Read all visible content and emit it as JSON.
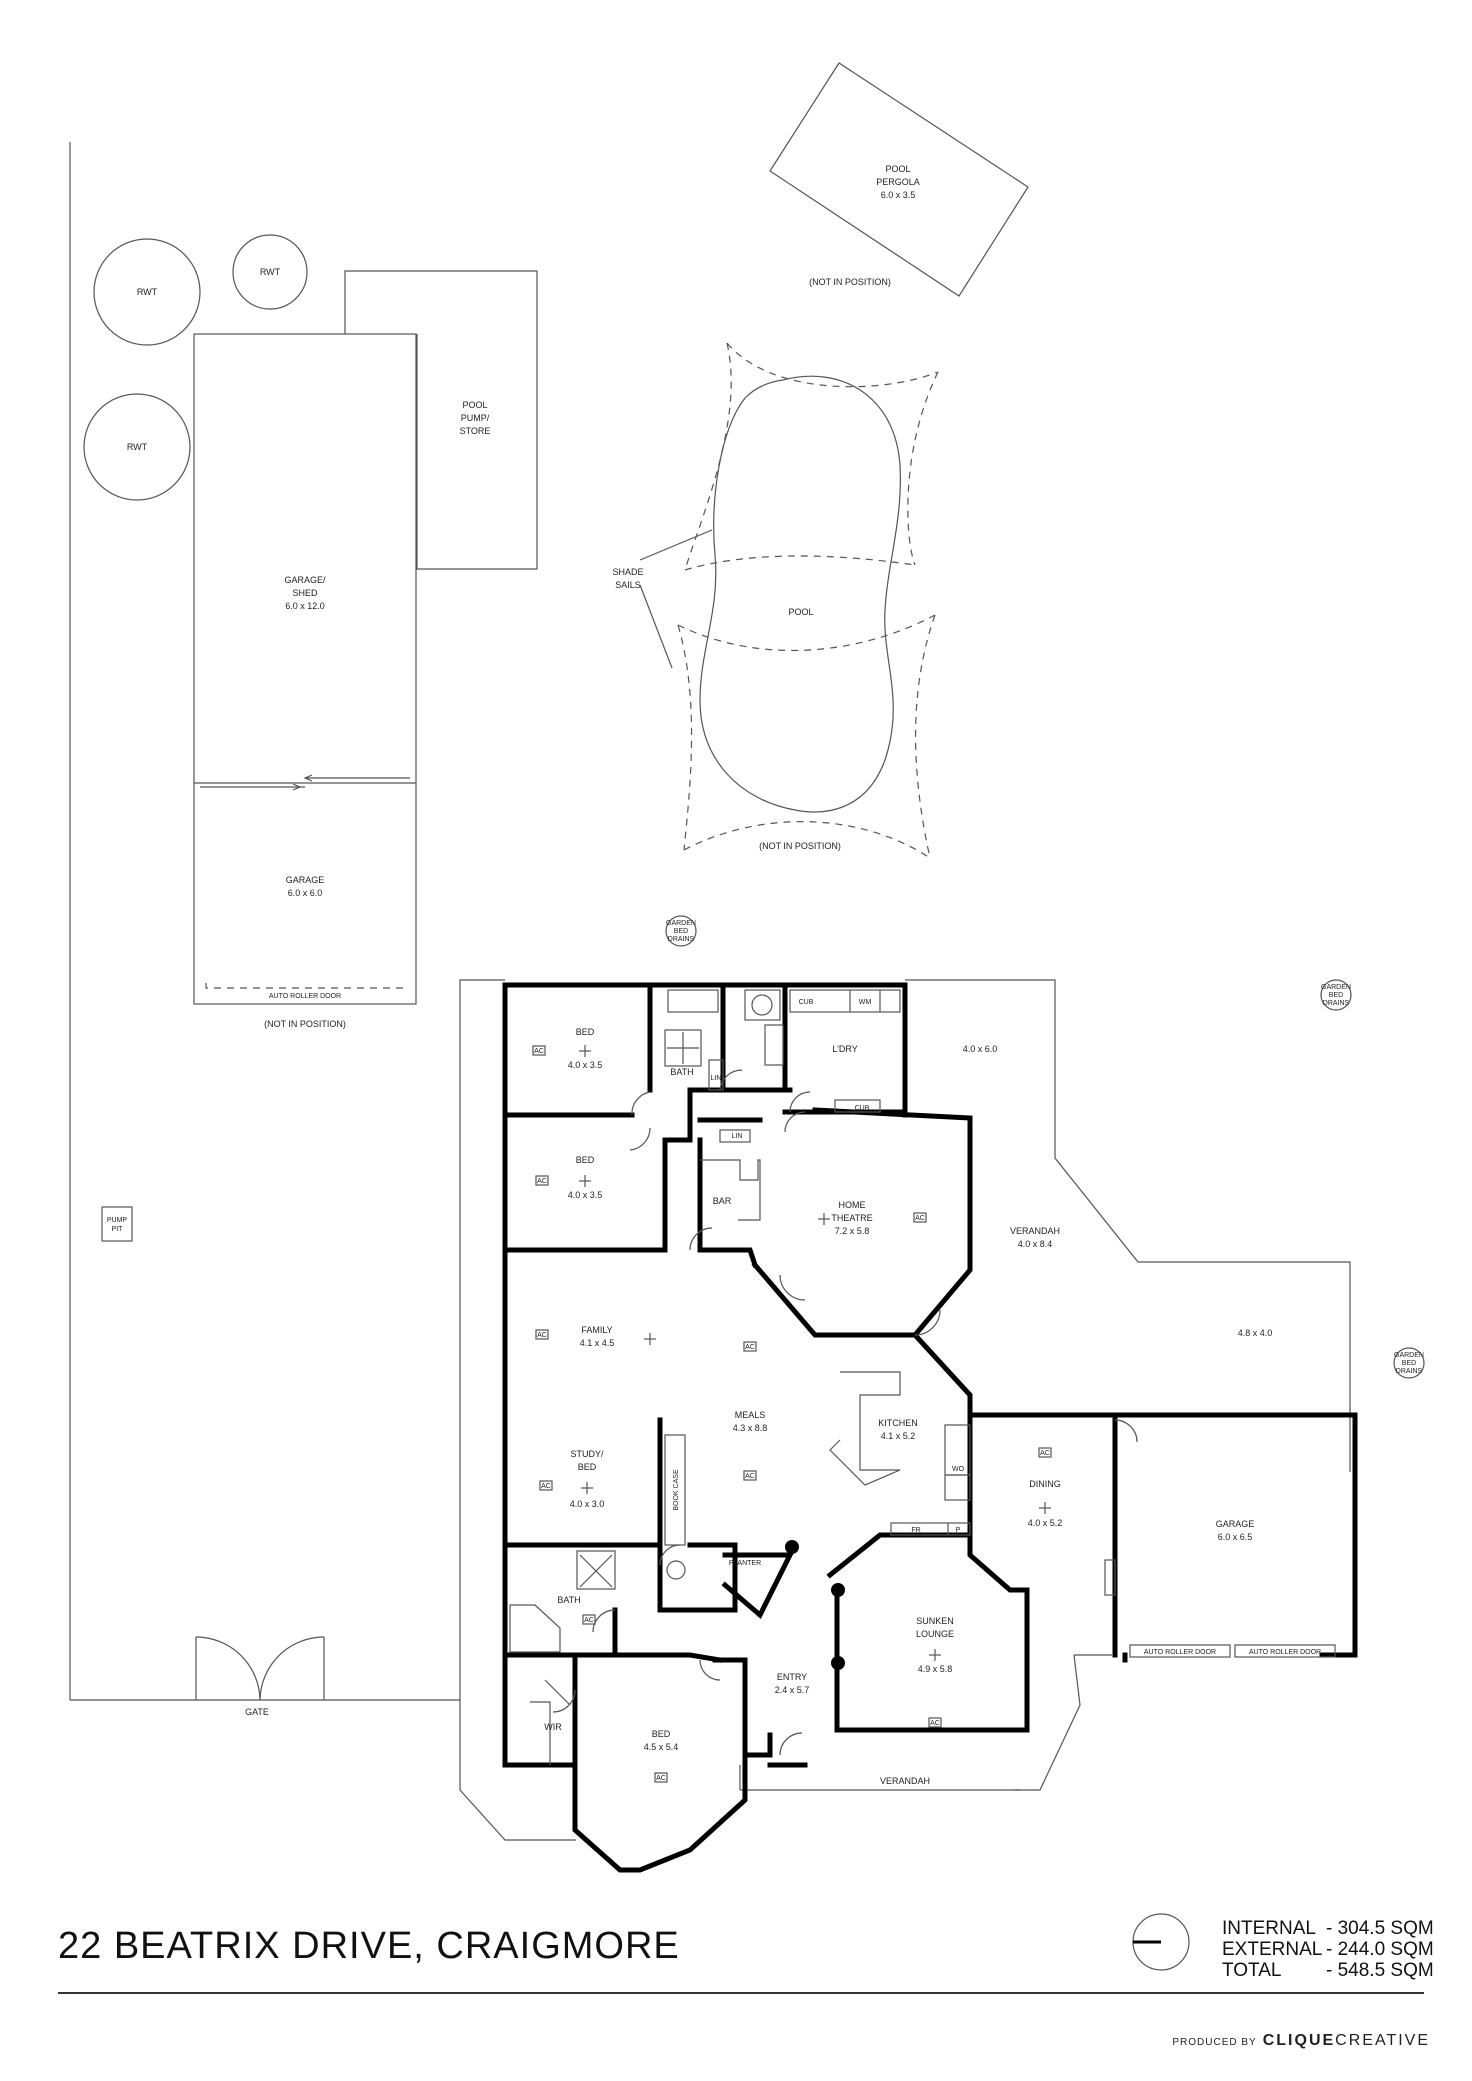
{
  "title": "22 BEATRIX DRIVE, CRAIGMORE",
  "areas": [
    {
      "label": "INTERNAL",
      "value": "- 304.5 SQM"
    },
    {
      "label": "EXTERNAL",
      "value": "- 244.0 SQM"
    },
    {
      "label": "TOTAL",
      "value": "- 548.5 SQM"
    }
  ],
  "credit": {
    "prefix": "PRODUCED BY",
    "brand1": "CLIQUE",
    "brand2": "CREATIVE"
  },
  "outside": {
    "pergola_name": "POOL",
    "pergola_name2": "PERGOLA",
    "pergola_size": "6.0 x 3.5",
    "pergola_note": "(NOT IN POSITION)",
    "rwt": "RWT",
    "pump_store": [
      "POOL",
      "PUMP/",
      "STORE"
    ],
    "shed_name": "GARAGE/",
    "shed_name2": "SHED",
    "shed_size": "6.0 x 12.0",
    "shade_sails": [
      "SHADE",
      "SAILS"
    ],
    "pool": "POOL",
    "pool_note": "(NOT IN POSITION)",
    "garage_back_name": "GARAGE",
    "garage_back_size": "6.0 x 6.0",
    "auto_roller_door": "AUTO ROLLER DOOR",
    "garage_back_note": "(NOT IN POSITION)",
    "garden_bed_drains": [
      "GARDEN",
      "BED",
      "DRAINS"
    ],
    "pump_pit": [
      "PUMP",
      "PIT"
    ],
    "gate": "GATE"
  },
  "rooms": {
    "bed1": {
      "name": "BED",
      "size": "4.0 x 3.5"
    },
    "bed2": {
      "name": "BED",
      "size": "4.0 x 3.5"
    },
    "bath1": "BATH",
    "lin": "LIN",
    "laundry": "L'DRY",
    "cub": "CUB",
    "wm": "WM",
    "patio": "4.0 x 6.0",
    "bar": "BAR",
    "theatre": {
      "name": "HOME",
      "name2": "THEATRE",
      "size": "7.2 x 5.8"
    },
    "verandah_side": {
      "name": "VERANDAH",
      "size": "4.0 x 8.4"
    },
    "deck": "4.8 x 4.0",
    "family": {
      "name": "FAMILY",
      "size": "4.1 x 4.5"
    },
    "meals": {
      "name": "MEALS",
      "size": "4.3 x 8.8"
    },
    "kitchen": {
      "name": "KITCHEN",
      "size": "4.1 x 5.2"
    },
    "wo": "WO",
    "dining": {
      "name": "DINING",
      "size": "4.0 x 5.2"
    },
    "garage": {
      "name": "GARAGE",
      "size": "6.0 x 6.5"
    },
    "study": {
      "name": "STUDY/",
      "name2": "BED",
      "size": "4.0 x 3.0"
    },
    "book_case": "BOOK CASE",
    "planter": "PLANTER",
    "fr": "FR",
    "p": "P",
    "bath2": "BATH",
    "lounge": {
      "name": "SUNKEN",
      "name2": "LOUNGE",
      "size": "4.9 x 5.8"
    },
    "entry": {
      "name": "ENTRY",
      "size": "2.4 x 5.7"
    },
    "wir": "WIR",
    "bed3": {
      "name": "BED",
      "size": "4.5 x 5.4"
    },
    "verandah_front": "VERANDAH",
    "ac": "AC"
  }
}
